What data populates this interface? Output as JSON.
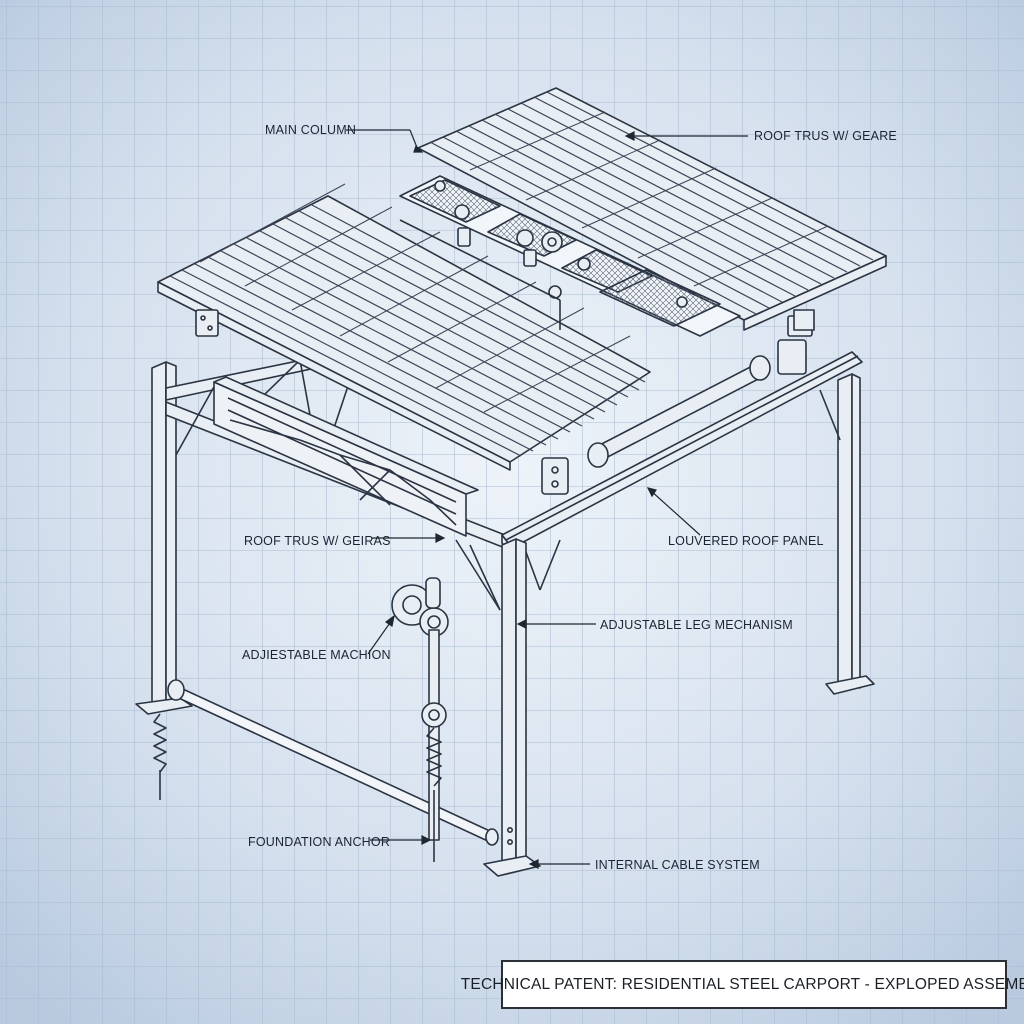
{
  "labels": {
    "main_column": "MAIN COLUMN",
    "roof_truss_top": "ROOF TRUS W/ GEARE",
    "roof_truss_side": "ROOF TRUS W/ GEIRAS",
    "louvered_panel": "LOUVERED ROOF PANEL",
    "adjustable_leg": "ADJUSTABLE LEG MECHANISM",
    "adjustable_machion": "ADJIESTABLE MACHION",
    "foundation_anchor": "FOUNDATION ANCHOR",
    "internal_cable": "INTERNAL CABLE SYSTEM"
  },
  "title": "TECHNICAL PATENT: RESIDENTIAL STEEL CARPORT - EXPLOPED ASSEMBLY",
  "colors": {
    "background": "#c9d6e6",
    "grid": "#aebfd4",
    "line": "#2b3442",
    "fill": "#e8edf3"
  }
}
